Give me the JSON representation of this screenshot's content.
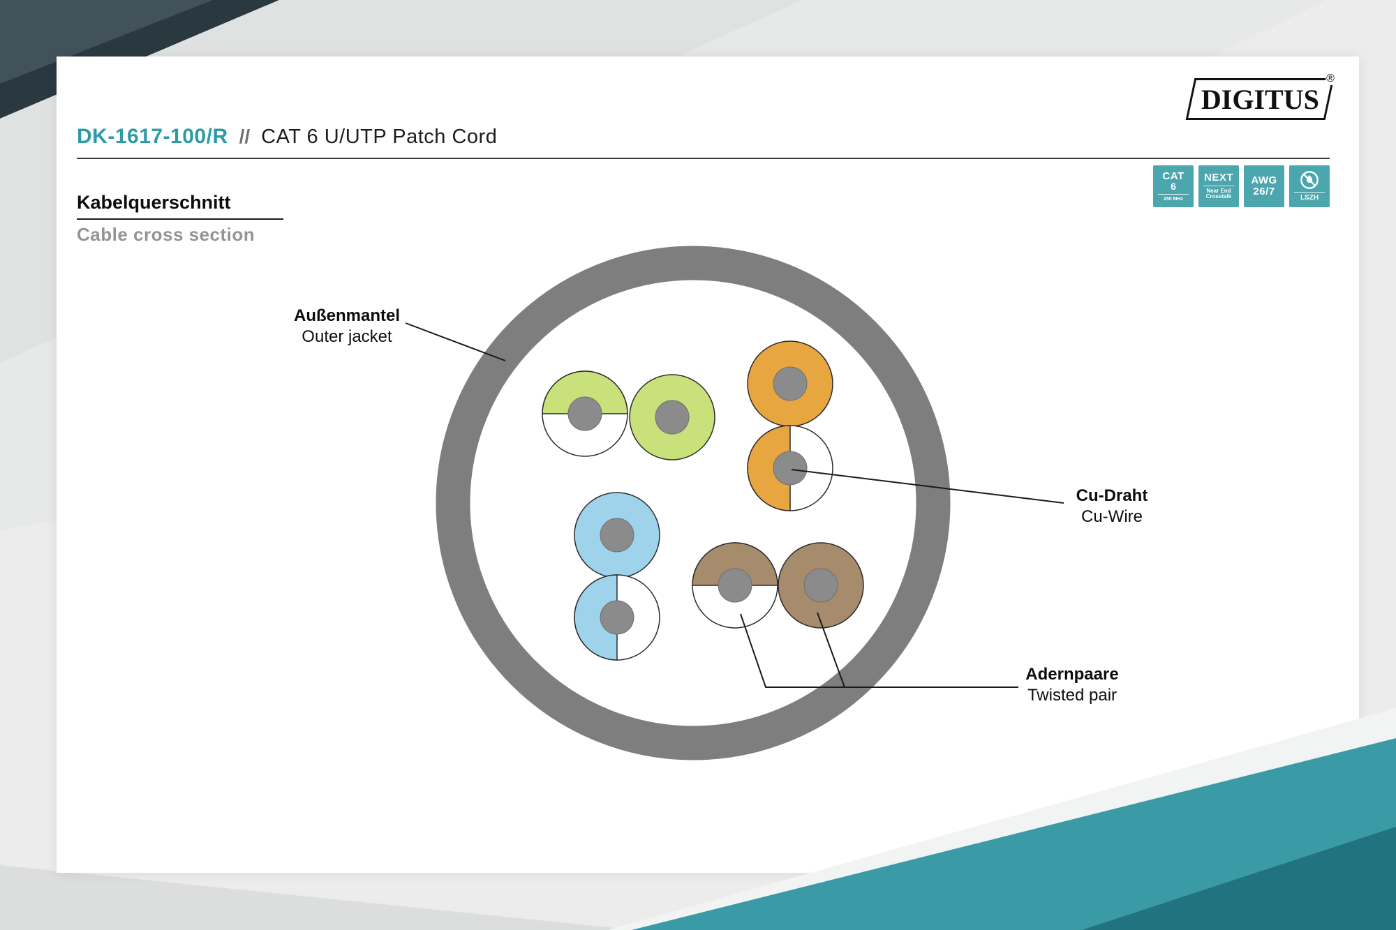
{
  "theme": {
    "accent": "#2D9BA6",
    "badge_teal": "#4BA6AE",
    "band_teal": "#3A9AA6",
    "band_teal_dark": "#20737F",
    "corner_dark": "#41525A",
    "corner_darker": "#2A3940"
  },
  "logo": {
    "brand": "DIGITUS",
    "registered": "®"
  },
  "header": {
    "product_code": "DK-1617-100/R",
    "separator": "//",
    "product_name": "CAT 6 U/UTP Patch Cord"
  },
  "section": {
    "title_de": "Kabelquerschnitt",
    "title_en": "Cable cross section"
  },
  "badges": [
    {
      "id": "cat6",
      "line1": "CAT",
      "line2": "6",
      "footnote": "250 MHz"
    },
    {
      "id": "next",
      "line1": "NEXT",
      "sub1": "Near End",
      "sub2": "Crosstalk"
    },
    {
      "id": "awg",
      "line1": "AWG",
      "line2": "26/7"
    },
    {
      "id": "lszh",
      "icon": "flame-off-icon",
      "label": "LSZH"
    }
  ],
  "diagram": {
    "labels": {
      "jacket_de": "Außenmantel",
      "jacket_en": "Outer jacket",
      "wire_de": "Cu-Draht",
      "wire_en": "Cu-Wire",
      "pair_de": "Adernpaare",
      "pair_en": "Twisted pair"
    },
    "colors": {
      "jacket": "#7E7E7E",
      "copper_dot": "#8B8B8B",
      "pair_green": "#C8E17A",
      "pair_orange": "#E8A640",
      "pair_blue": "#9FD3EC",
      "pair_brown": "#A68B6D"
    }
  }
}
